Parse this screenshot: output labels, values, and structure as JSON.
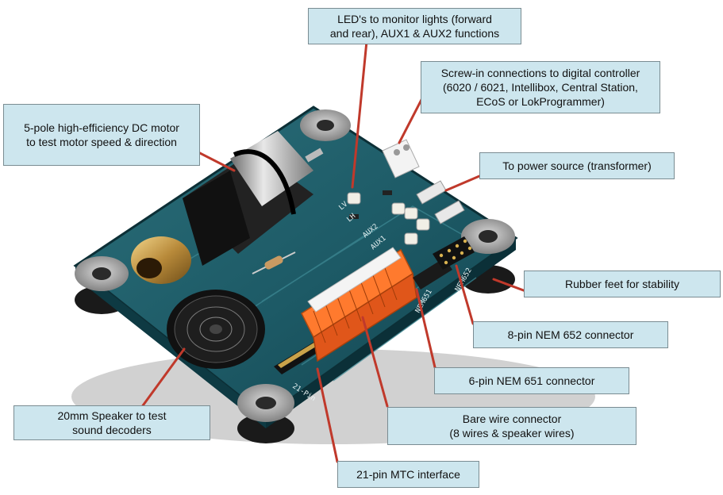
{
  "callouts": {
    "leds": "LED's to monitor lights (forward\nand rear), AUX1 & AUX2 functions",
    "screw": "Screw-in connections to  digital controller\n(6020 / 6021, Intellibox, Central Station,\nECoS or LokProgrammer)",
    "motor": "5-pole high-efficiency DC motor\nto test motor speed & direction",
    "power": "To power source (transformer)",
    "rubber": "Rubber feet for stability",
    "nem652": "8-pin NEM 652 connector",
    "nem651": "6-pin NEM 651 connector",
    "bare": "Bare wire connector\n(8 wires & speaker wires)",
    "speaker": "20mm Speaker to test\nsound decoders",
    "mtc": "21-pin MTC interface"
  },
  "board_labels": {
    "pin21": "21-Pin",
    "nem651": "NEM651",
    "nem652": "NEM652",
    "aux1": "AUX1",
    "aux2": "AUX2",
    "lv": "LV",
    "lh": "LH"
  },
  "colors": {
    "callout_bg": "#cde6ee",
    "leader_line": "#c0392b",
    "pcb": "#1d5a66",
    "terminal_orange": "#f06a22"
  }
}
